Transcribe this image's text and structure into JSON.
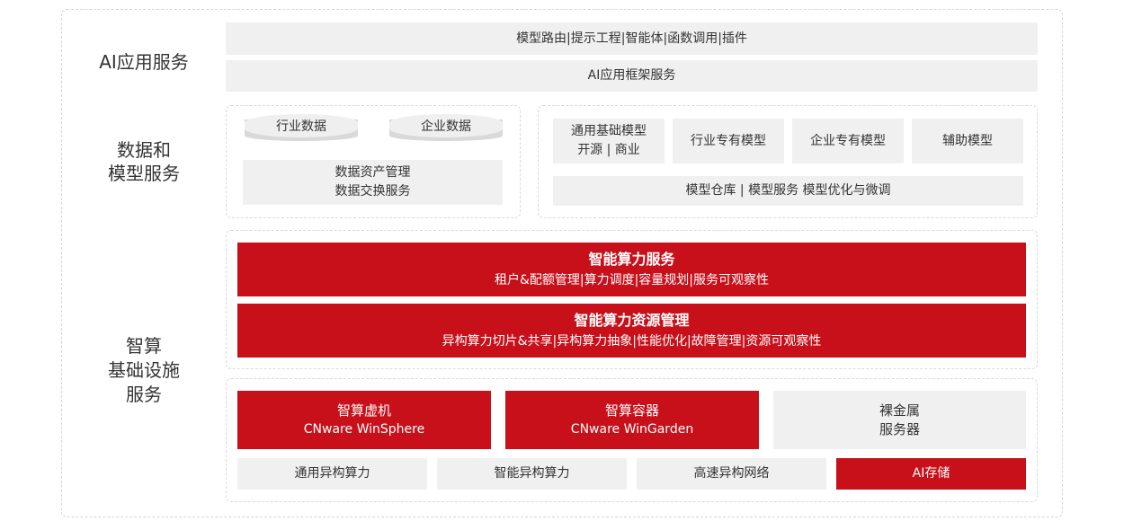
{
  "categories": {
    "ai_app": "AI应用服务",
    "data_model_line1": "数据和",
    "data_model_line2": "模型服务",
    "infra_line1": "智算",
    "infra_line2": "基础设施",
    "infra_line3": "服务"
  },
  "ai_app": {
    "top_bar": "模型路由|提示工程|智能体|函数调用|插件",
    "framework_bar": "AI应用框架服务"
  },
  "data": {
    "industry_data": "行业数据",
    "enterprise_data": "企业数据",
    "asset_mgmt": "数据资产管理",
    "exchange": "数据交换服务"
  },
  "models": {
    "general_line1": "通用基础模型",
    "general_line2": "开源 | 商业",
    "industry": "行业专有模型",
    "enterprise": "企业专有模型",
    "auxiliary": "辅助模型",
    "warehouse": "模型仓库 | 模型服务  模型优化与微调"
  },
  "infra": {
    "compute_service_title": "智能算力服务",
    "compute_service_sub": "租户&配额管理|算力调度|容量规划|服务可观察性",
    "resource_mgmt_title": "智能算力资源管理",
    "resource_mgmt_sub": "异构算力切片&共享|异构算力抽象|性能优化|故障管理|资源可观察性",
    "vm_title": "智算虚机",
    "vm_sub": "CNware WinSphere",
    "container_title": "智算容器",
    "container_sub": "CNware WinGarden",
    "baremetal_line1": "裸金属",
    "baremetal_line2": "服务器",
    "general_compute": "通用异构算力",
    "smart_compute": "智能异构算力",
    "network": "高速异构网络",
    "storage": "AI存储"
  },
  "colors": {
    "accent_red": "#c8101b",
    "box_grey": "#f0f0f0"
  }
}
